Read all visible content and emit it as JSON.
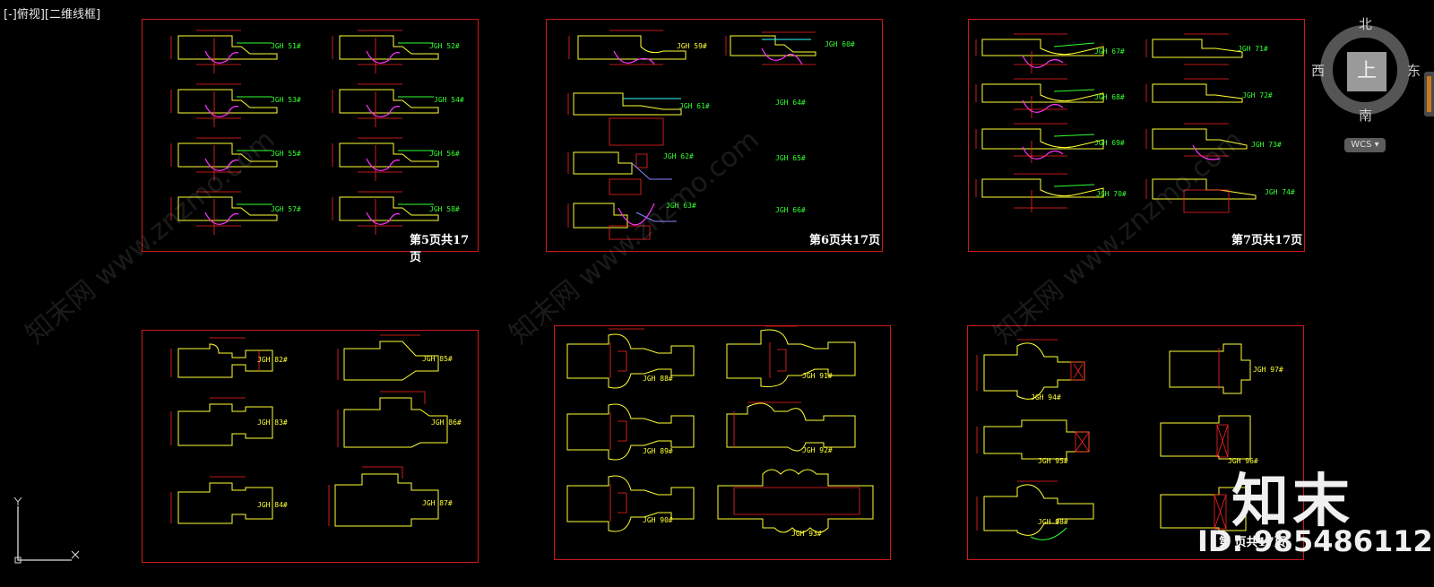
{
  "viewport": {
    "label": "[-]俯视][二维线框]"
  },
  "viewcube": {
    "north": "北",
    "south": "南",
    "east": "东",
    "west": "西",
    "face": "上",
    "wcs": "WCS"
  },
  "sheets": [
    {
      "footer": "第5页共17页"
    },
    {
      "footer": "第6页共17页"
    },
    {
      "footer": "第7页共17页"
    },
    {
      "footer": ""
    },
    {
      "footer": ""
    },
    {
      "footer": "第 页共17页"
    }
  ],
  "labels": {
    "s1": [
      "JGH 51#",
      "JGH 52#",
      "JGH 53#",
      "JGH 54#",
      "JGH 55#",
      "JGH 56#",
      "JGH 57#",
      "JGH 58#"
    ],
    "s2": [
      "JGH 59#",
      "JGH 60#",
      "JGH 61#",
      "JGH 64#",
      "JGH 62#",
      "JGH 65#",
      "JGH 63#",
      "JGH 66#"
    ],
    "s3": [
      "JGH 67#",
      "JGH 71#",
      "JGH 68#",
      "JGH 72#",
      "JGH 69#",
      "JGH 73#",
      "JGH 70#",
      "JGH 74#"
    ],
    "s4": [
      "JGH 82#",
      "JGH 85#",
      "JGH 83#",
      "JGH 86#",
      "JGH 84#",
      "JGH 87#"
    ],
    "s5": [
      "JGH 88#",
      "JGH 91#",
      "JGH 89#",
      "JGH 92#",
      "JGH 90#",
      "JGH 93#"
    ],
    "s6": [
      "JGH 94#",
      "JGH 97#",
      "JGH 95#",
      "JGH 96#",
      "JGH 98#"
    ]
  },
  "watermark": [
    "知末网 www.znzmo.com",
    "知末网 www.znzmo.com",
    "知末网 www.znzmo.com"
  ],
  "brand": {
    "name": "知末",
    "id": "ID: 985486112"
  }
}
